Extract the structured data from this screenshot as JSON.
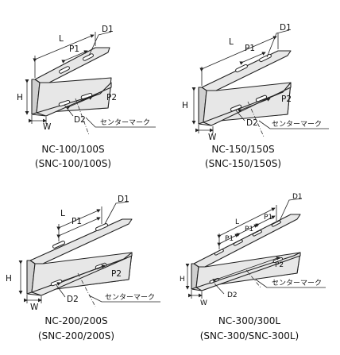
{
  "labels": {
    "L": "L",
    "P1": "P1",
    "P2": "P2",
    "D1": "D1",
    "D2": "D2",
    "H": "H",
    "W": "W",
    "center_mark": "センターマーク"
  },
  "figures": [
    {
      "line1": "NC-100/100S",
      "line2": "(SNC-100/100S)"
    },
    {
      "line1": "NC-150/150S",
      "line2": "(SNC-150/150S)"
    },
    {
      "line1": "NC-200/200S",
      "line2": "(SNC-200/200S)"
    },
    {
      "line1": "NC-300/300L",
      "line2": "(SNC-300/SNC-300L)"
    }
  ]
}
